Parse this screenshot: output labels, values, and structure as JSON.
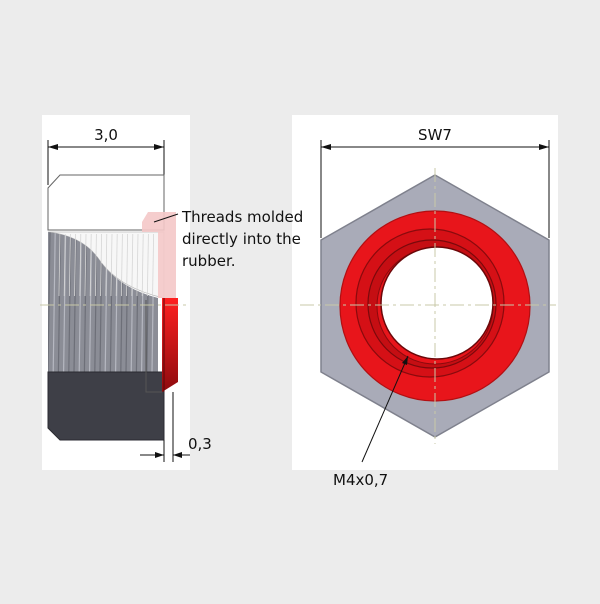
{
  "dimensions": {
    "width_label": "3,0",
    "wrench_size_label": "SW7",
    "ring_thickness_label": "0,3",
    "thread_label": "M4x0,7"
  },
  "annotation": {
    "lines": [
      "Threads molded",
      "directly into the",
      "rubber."
    ]
  },
  "colors": {
    "background": "#ececec",
    "panel": "#ffffff",
    "nut_metal": "#a9abb8",
    "nut_dark": "#3e3f47",
    "rubber_red": "#e8151b",
    "rubber_pink": "#f4c8c8",
    "centerline": "#c9c9a8"
  }
}
